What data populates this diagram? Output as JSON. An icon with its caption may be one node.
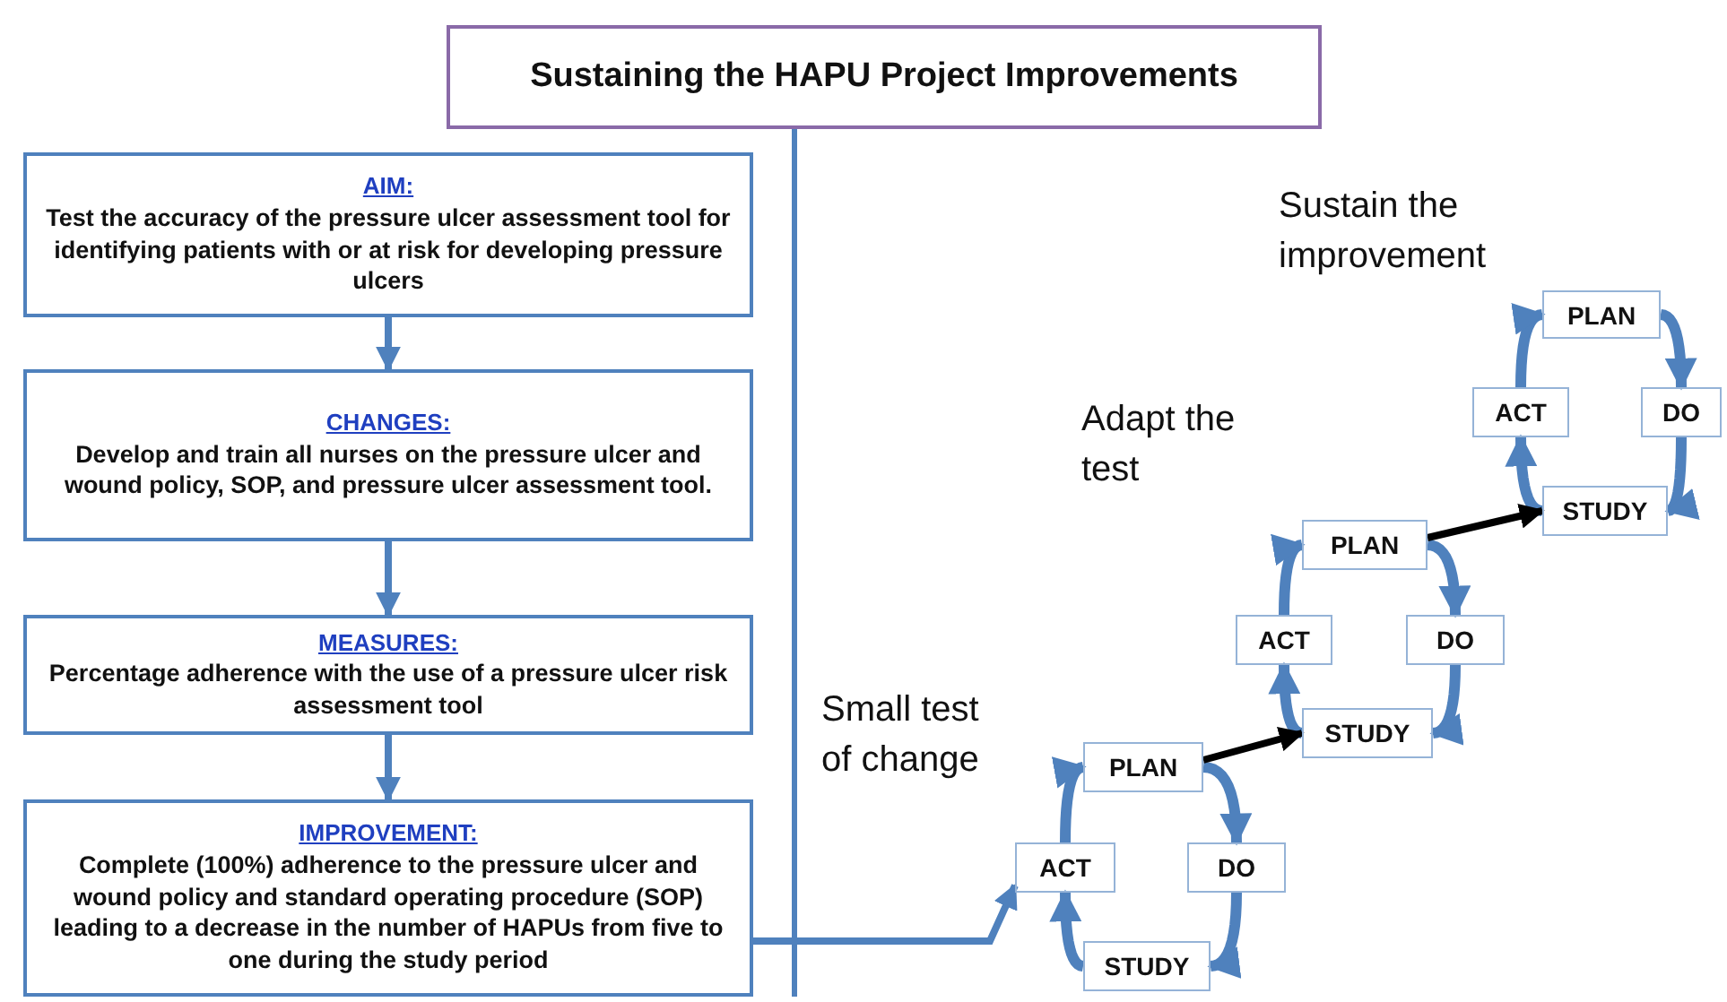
{
  "diagram": {
    "title": "Sustaining the HAPU Project Improvements",
    "nodes": [
      {
        "text": [
          "AIM:",
          "Test the accuracy of the pressure ulcer assessment tool for identifying patients with or at risk for developing pressure ulcers"
        ]
      },
      {
        "text": [
          "CHANGES:",
          "Develop and train all nurses on the pressure ulcer and wound policy, SOP, and pressure ulcer assessment tool."
        ]
      },
      {
        "text": [
          "MEASURES:",
          "Percentage adherence with the use of a pressure ulcer risk assessment tool"
        ]
      },
      {
        "text": [
          "IMPROVEMENT:",
          "Complete (100%) adherence to the pressure ulcer and wound policy and standard operating procedure (SOP) leading to a decrease in the number of HAPUs from five to one during the study period"
        ]
      },
      {
        "text": [
          "PLAN"
        ]
      },
      {
        "text": [
          "ACT"
        ]
      },
      {
        "text": [
          "DO"
        ]
      },
      {
        "text": [
          "STUDY"
        ]
      },
      {
        "text": [
          "PLAN"
        ]
      },
      {
        "text": [
          "ACT"
        ]
      },
      {
        "text": [
          "DO"
        ]
      },
      {
        "text": [
          "STUDY"
        ]
      },
      {
        "text": [
          "PLAN"
        ]
      },
      {
        "text": [
          "ACT"
        ]
      },
      {
        "text": [
          "DO"
        ]
      },
      {
        "text": [
          "STUDY"
        ]
      }
    ],
    "edges": [
      {
        "from": 0,
        "to": 1,
        "arrow": "to"
      },
      {
        "from": 1,
        "to": 2,
        "arrow": "to"
      },
      {
        "from": 2,
        "to": 3,
        "arrow": "to"
      },
      {
        "from": 3,
        "to": 13,
        "arrow": "to"
      },
      {
        "from": 4,
        "to": 6,
        "arrow": "to"
      },
      {
        "from": 6,
        "to": 7,
        "arrow": "to"
      },
      {
        "from": 7,
        "to": 5,
        "arrow": "to"
      },
      {
        "from": 5,
        "to": 4,
        "arrow": "to"
      },
      {
        "from": 8,
        "to": 10,
        "arrow": "to"
      },
      {
        "from": 10,
        "to": 11,
        "arrow": "to"
      },
      {
        "from": 11,
        "to": 9,
        "arrow": "to"
      },
      {
        "from": 9,
        "to": 8,
        "arrow": "to"
      },
      {
        "from": 12,
        "to": 14,
        "arrow": "to"
      },
      {
        "from": 14,
        "to": 15,
        "arrow": "to"
      },
      {
        "from": 15,
        "to": 13,
        "arrow": "to"
      },
      {
        "from": 13,
        "to": 12,
        "arrow": "to"
      },
      {
        "from": 12,
        "to": 11,
        "arrow": "to",
        "color": "#000000"
      },
      {
        "from": 8,
        "to": 7,
        "arrow": "to",
        "color": "#000000"
      }
    ],
    "labels": [
      "Sustain the improvement",
      "Adapt the test",
      "Small test of change"
    ]
  }
}
